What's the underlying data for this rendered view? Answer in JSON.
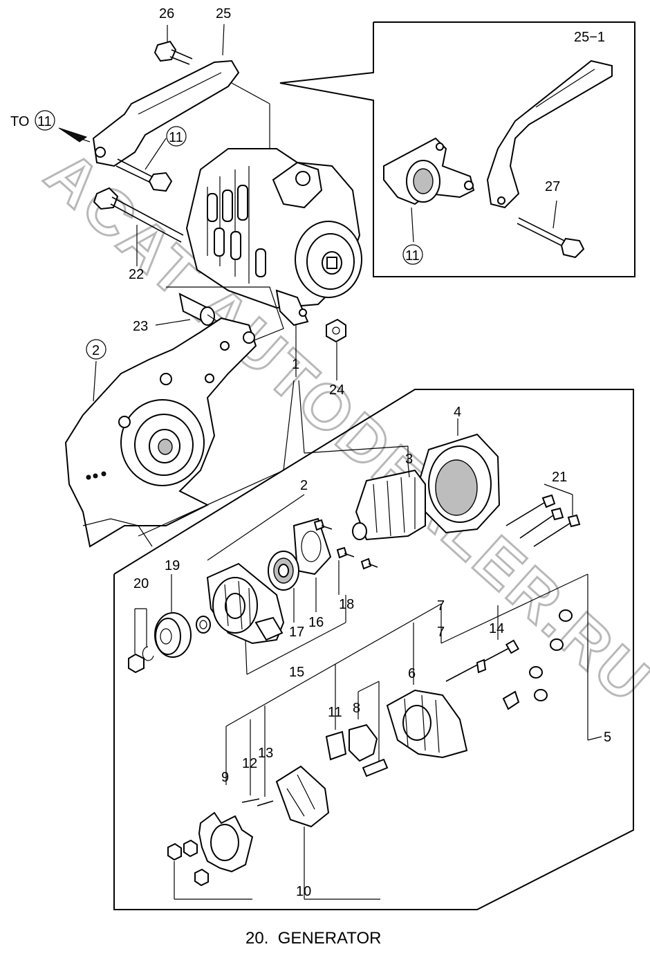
{
  "title": "20.  GENERATOR",
  "watermark": "ACAT AUTODEALER.RU",
  "to_prefix": "TO",
  "to_ref": "11",
  "callouts": {
    "c1": "1",
    "c2": "2",
    "c2b": "2",
    "c3": "3",
    "c4": "4",
    "c5": "5",
    "c6": "6",
    "c7": "7",
    "c7b": "7",
    "c8": "8",
    "c9": "9",
    "c10": "10",
    "c11a": "11",
    "c11b": "11",
    "c11c": "11",
    "c12": "12",
    "c13": "13",
    "c14": "14",
    "c15": "15",
    "c16": "16",
    "c17": "17",
    "c18": "18",
    "c19": "19",
    "c20": "20",
    "c21": "21",
    "c22": "22",
    "c23": "23",
    "c24": "24",
    "c25": "25",
    "c25_1": "25−1",
    "c26": "26",
    "c27": "27"
  },
  "colors": {
    "line": "#000000",
    "watermark": "#b8b8b8",
    "background": "#ffffff"
  }
}
